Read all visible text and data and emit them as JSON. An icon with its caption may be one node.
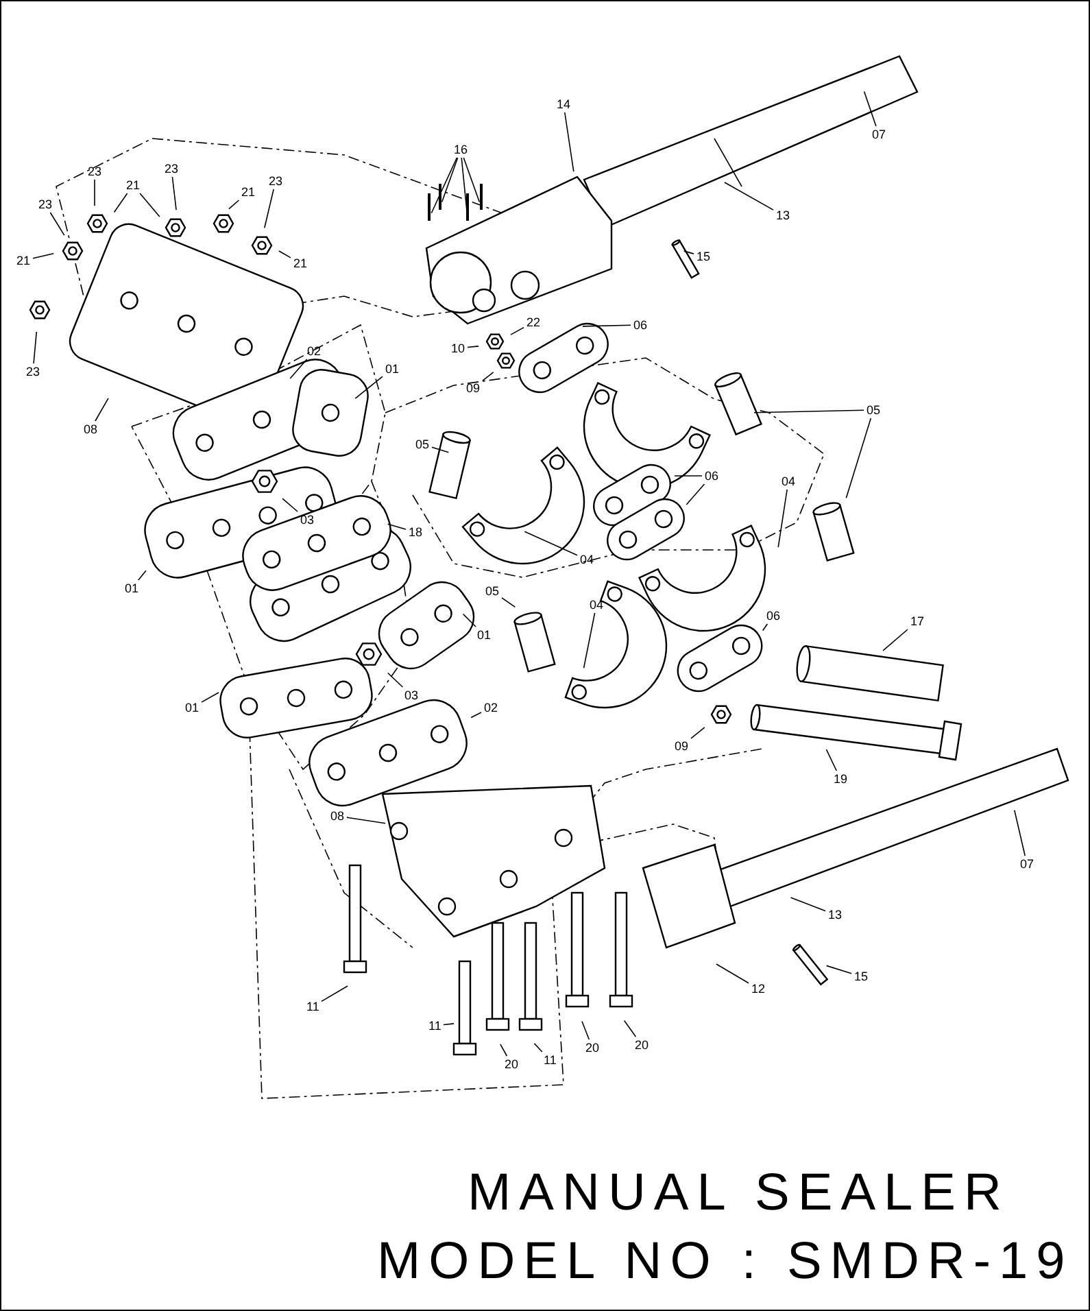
{
  "diagram": {
    "title": "MANUAL SEALER",
    "nodes": [
      {
        "text": [
          "14"
        ]
      },
      {
        "text": [
          "07"
        ]
      },
      {
        "text": [
          "16"
        ]
      },
      {
        "text": [
          "23"
        ]
      },
      {
        "text": [
          "21"
        ]
      },
      {
        "text": [
          "23"
        ]
      },
      {
        "text": [
          "23"
        ]
      },
      {
        "text": [
          "21"
        ]
      },
      {
        "text": [
          "13"
        ]
      },
      {
        "text": [
          "23"
        ]
      },
      {
        "text": [
          "21"
        ]
      },
      {
        "text": [
          "15"
        ]
      },
      {
        "text": [
          "21"
        ]
      },
      {
        "text": [
          "23"
        ]
      },
      {
        "text": [
          "06"
        ]
      },
      {
        "text": [
          "22"
        ]
      },
      {
        "text": [
          "10"
        ]
      },
      {
        "text": [
          "09"
        ]
      },
      {
        "text": [
          "02"
        ]
      },
      {
        "text": [
          "01"
        ]
      },
      {
        "text": [
          "05"
        ]
      },
      {
        "text": [
          "08"
        ]
      },
      {
        "text": [
          "05"
        ]
      },
      {
        "text": [
          "06"
        ]
      },
      {
        "text": [
          "04"
        ]
      },
      {
        "text": [
          "03"
        ]
      },
      {
        "text": [
          "18"
        ]
      },
      {
        "text": [
          "04"
        ]
      },
      {
        "text": [
          "01"
        ]
      },
      {
        "text": [
          "05"
        ]
      },
      {
        "text": [
          "04"
        ]
      },
      {
        "text": [
          "01"
        ]
      },
      {
        "text": [
          "06"
        ]
      },
      {
        "text": [
          "17"
        ]
      },
      {
        "text": [
          "03"
        ]
      },
      {
        "text": [
          "01"
        ]
      },
      {
        "text": [
          "02"
        ]
      },
      {
        "text": [
          "09"
        ]
      },
      {
        "text": [
          "19"
        ]
      },
      {
        "text": [
          "08"
        ]
      },
      {
        "text": [
          "07"
        ]
      },
      {
        "text": [
          "13"
        ]
      },
      {
        "text": [
          "15"
        ]
      },
      {
        "text": [
          "12"
        ]
      },
      {
        "text": [
          "11"
        ]
      },
      {
        "text": [
          "11"
        ]
      },
      {
        "text": [
          "20"
        ]
      },
      {
        "text": [
          "11"
        ]
      },
      {
        "text": [
          "20"
        ]
      },
      {
        "text": [
          "20"
        ]
      }
    ],
    "edges": [
      {
        "from": 0,
        "to": null,
        "arrow": "none"
      },
      {
        "from": 1,
        "to": null,
        "arrow": "none"
      },
      {
        "from": 2,
        "to": null,
        "arrow": "none"
      },
      {
        "from": 2,
        "to": null,
        "arrow": "none"
      },
      {
        "from": 2,
        "to": null,
        "arrow": "none"
      },
      {
        "from": 2,
        "to": null,
        "arrow": "none"
      },
      {
        "from": 3,
        "to": null,
        "arrow": "none"
      },
      {
        "from": 4,
        "to": null,
        "arrow": "none"
      },
      {
        "from": 4,
        "to": null,
        "arrow": "none"
      },
      {
        "from": 5,
        "to": null,
        "arrow": "none"
      },
      {
        "from": 6,
        "to": null,
        "arrow": "none"
      },
      {
        "from": 7,
        "to": null,
        "arrow": "none"
      },
      {
        "from": 8,
        "to": null,
        "arrow": "none"
      },
      {
        "from": 9,
        "to": null,
        "arrow": "none"
      },
      {
        "from": 10,
        "to": null,
        "arrow": "none"
      },
      {
        "from": 11,
        "to": null,
        "arrow": "none"
      },
      {
        "from": 12,
        "to": null,
        "arrow": "none"
      },
      {
        "from": 13,
        "to": null,
        "arrow": "none"
      },
      {
        "from": 14,
        "to": null,
        "arrow": "none"
      },
      {
        "from": 15,
        "to": null,
        "arrow": "none"
      },
      {
        "from": 16,
        "to": null,
        "arrow": "none"
      },
      {
        "from": 17,
        "to": null,
        "arrow": "none"
      },
      {
        "from": 18,
        "to": null,
        "arrow": "none"
      },
      {
        "from": 19,
        "to": null,
        "arrow": "none"
      },
      {
        "from": 20,
        "to": null,
        "arrow": "none"
      },
      {
        "from": 20,
        "to": null,
        "arrow": "none"
      },
      {
        "from": 21,
        "to": null,
        "arrow": "none"
      },
      {
        "from": 22,
        "to": null,
        "arrow": "none"
      },
      {
        "from": 23,
        "to": null,
        "arrow": "none"
      },
      {
        "from": 23,
        "to": null,
        "arrow": "none"
      },
      {
        "from": 24,
        "to": null,
        "arrow": "none"
      },
      {
        "from": 25,
        "to": null,
        "arrow": "none"
      },
      {
        "from": 26,
        "to": null,
        "arrow": "none"
      },
      {
        "from": 27,
        "to": null,
        "arrow": "none"
      },
      {
        "from": 28,
        "to": null,
        "arrow": "none"
      },
      {
        "from": 29,
        "to": null,
        "arrow": "none"
      },
      {
        "from": 30,
        "to": null,
        "arrow": "none"
      },
      {
        "from": 31,
        "to": null,
        "arrow": "none"
      },
      {
        "from": 32,
        "to": null,
        "arrow": "none"
      },
      {
        "from": 33,
        "to": null,
        "arrow": "none"
      },
      {
        "from": 34,
        "to": null,
        "arrow": "none"
      },
      {
        "from": 35,
        "to": null,
        "arrow": "none"
      },
      {
        "from": 36,
        "to": null,
        "arrow": "none"
      },
      {
        "from": 37,
        "to": null,
        "arrow": "none"
      },
      {
        "from": 38,
        "to": null,
        "arrow": "none"
      },
      {
        "from": 39,
        "to": null,
        "arrow": "none"
      },
      {
        "from": 40,
        "to": null,
        "arrow": "none"
      },
      {
        "from": 41,
        "to": null,
        "arrow": "none"
      },
      {
        "from": 42,
        "to": null,
        "arrow": "none"
      },
      {
        "from": 43,
        "to": null,
        "arrow": "none"
      },
      {
        "from": 44,
        "to": null,
        "arrow": "none"
      },
      {
        "from": 45,
        "to": null,
        "arrow": "none"
      },
      {
        "from": 46,
        "to": null,
        "arrow": "none"
      },
      {
        "from": 47,
        "to": null,
        "arrow": "none"
      },
      {
        "from": 48,
        "to": null,
        "arrow": "none"
      },
      {
        "from": 49,
        "to": null,
        "arrow": "none"
      }
    ],
    "labels": [
      "MODEL NO : SMDR-19"
    ]
  }
}
